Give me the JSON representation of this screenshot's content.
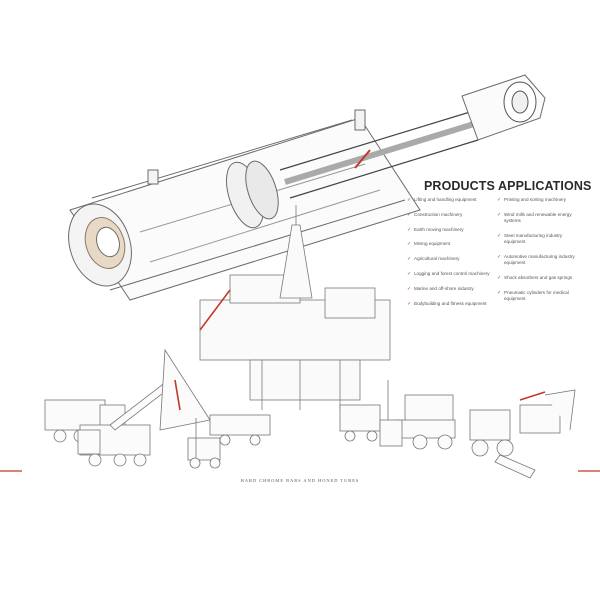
{
  "section_title": "PRODUCTS APPLICATIONS",
  "applications_left": [
    "Lifting and handling equipment",
    "Construction machinery",
    "Earth moving machinery",
    "Mining equipment",
    "Agricultural machinery",
    "Logging and forest control machinery",
    "Marine and off-shore industry",
    "Bodybuilding and fitness equipment"
  ],
  "applications_right": [
    "Printing and sorting machinery",
    "Wind mills and renewable energy systems",
    "Steel manufacturing industry equipment",
    "Automotive manufacturing industry equipment",
    "Shock absorbers and gas springs",
    "Pneumatic cylinders for medical equipment"
  ],
  "caption": "HARD CHROME BARS AND HONED TUBES",
  "colors": {
    "accent": "#c0392b",
    "line": "#6b6b6b",
    "text": "#2a2a2a"
  },
  "icons": {
    "bullet": "check-icon"
  }
}
